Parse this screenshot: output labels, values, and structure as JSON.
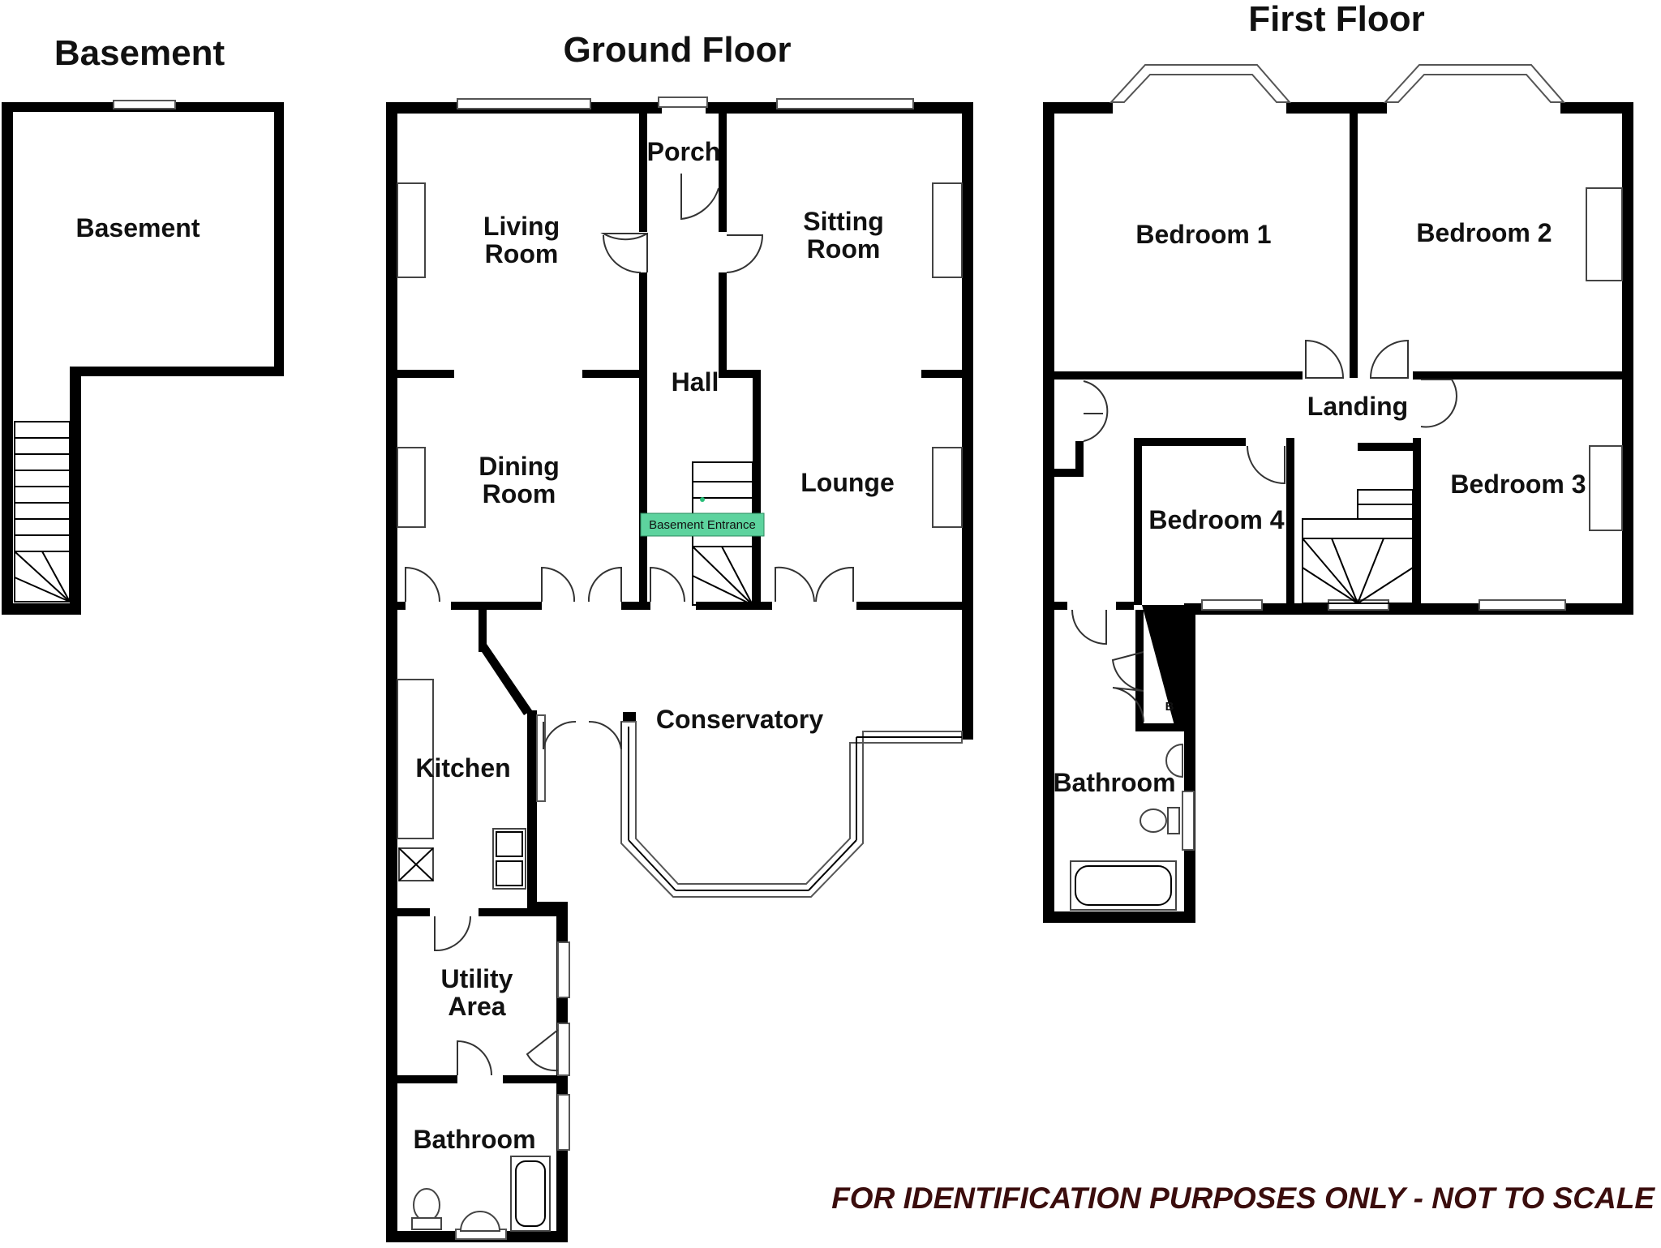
{
  "floors": {
    "basement": {
      "title": "Basement"
    },
    "ground": {
      "title": "Ground Floor"
    },
    "first": {
      "title": "First Floor"
    }
  },
  "rooms": {
    "basement": "Basement",
    "living_1": "Living",
    "living_2": "Room",
    "porch": "Porch",
    "sitting_1": "Sitting",
    "sitting_2": "Room",
    "hall": "Hall",
    "dining_1": "Dining",
    "dining_2": "Room",
    "lounge": "Lounge",
    "basement_entrance": "Basement Entrance",
    "kitchen": "Kitchen",
    "conservatory": "Conservatory",
    "utility_1": "Utility",
    "utility_2": "Area",
    "gf_bathroom": "Bathroom",
    "bedroom1": "Bedroom 1",
    "bedroom2": "Bedroom 2",
    "landing": "Landing",
    "bedroom3": "Bedroom 3",
    "bedroom4": "Bedroom 4",
    "ff_bathroom": "Bathroom",
    "boiler": "B"
  },
  "disclaimer": "FOR IDENTIFICATION PURPOSES ONLY - NOT TO SCALE",
  "colors": {
    "wall": "#000000",
    "entrance_tag": "#5dd39e",
    "disclaimer": "#3b0d0d"
  }
}
